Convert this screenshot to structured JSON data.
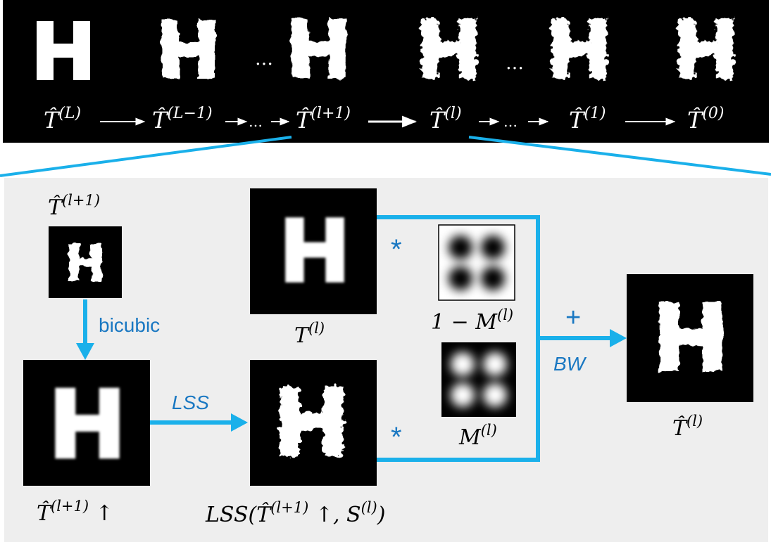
{
  "colors": {
    "accent": "#1ab0ea",
    "accent_text": "#1a78c2",
    "top_band": "#000000",
    "panel_bg": "#eeeeee",
    "glyph": "#ffffff"
  },
  "top_band": {
    "stages": [
      {
        "base": "T̂",
        "sup": "(L)"
      },
      {
        "base": "T̂",
        "sup": "(L−1)"
      },
      {
        "base": "T̂",
        "sup": "(l+1)"
      },
      {
        "base": "T̂",
        "sup": "(l)"
      },
      {
        "base": "T̂",
        "sup": "(1)"
      },
      {
        "base": "T̂",
        "sup": "(0)"
      }
    ],
    "ellipsis": "…"
  },
  "panel": {
    "input": {
      "base": "T̂",
      "sup": "(l+1)"
    },
    "bicubic": "bicubic",
    "upsampled": {
      "base": "T̂",
      "sup": "(l+1)",
      "suffix": " ↑"
    },
    "lss_label": "LSS",
    "lss_output": {
      "prefix": "LSS(",
      "base": "T̂",
      "sup": "(l+1)",
      "mid": " ↑, S",
      "sup2": "(l)",
      "suffix": ")"
    },
    "texture": {
      "base": "T",
      "sup": "(l)"
    },
    "inv_mask": {
      "base": "1 − M",
      "sup": "(l)"
    },
    "mask": {
      "base": "M",
      "sup": "(l)"
    },
    "multiply": "*",
    "plus": "+",
    "bw_label": "BW",
    "output": {
      "base": "T̂",
      "sup": "(l)"
    }
  }
}
